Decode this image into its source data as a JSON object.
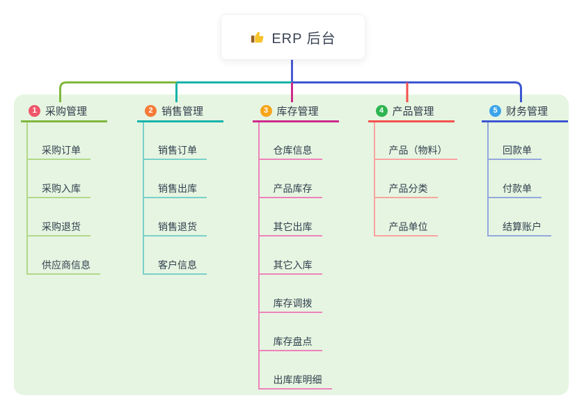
{
  "root": {
    "label": "ERP 后台",
    "icon": "thumbs-up-icon",
    "line_color": "#4a5ad2"
  },
  "panel": {
    "background": "#e6f5e1"
  },
  "branches": [
    {
      "index": "1",
      "label": "采购管理",
      "badge_color": "#f0566a",
      "line_color": "#7fb73e",
      "child_line_color": "#b2d88a",
      "children": [
        "采购订单",
        "采购入库",
        "采购退货",
        "供应商信息"
      ]
    },
    {
      "index": "2",
      "label": "销售管理",
      "badge_color": "#f57a38",
      "line_color": "#14b3aa",
      "child_line_color": "#79d0c9",
      "children": [
        "销售订单",
        "销售出库",
        "销售退货",
        "客户信息"
      ]
    },
    {
      "index": "3",
      "label": "库存管理",
      "badge_color": "#f7a51b",
      "line_color": "#cc2a8b",
      "child_line_color": "#ee82bb",
      "children": [
        "仓库信息",
        "产品库存",
        "其它出库",
        "其它入库",
        "库存调拨",
        "库存盘点",
        "出库库明细"
      ]
    },
    {
      "index": "4",
      "label": "产品管理",
      "badge_color": "#2eb551",
      "line_color": "#f4504e",
      "child_line_color": "#f9a3a0",
      "children": [
        "产品（物料）",
        "产品分类",
        "产品单位"
      ]
    },
    {
      "index": "5",
      "label": "财务管理",
      "badge_color": "#3ba4ea",
      "line_color": "#3c55d2",
      "child_line_color": "#93a7dd",
      "children": [
        "回款单",
        "付款单",
        "结算账户"
      ]
    }
  ]
}
